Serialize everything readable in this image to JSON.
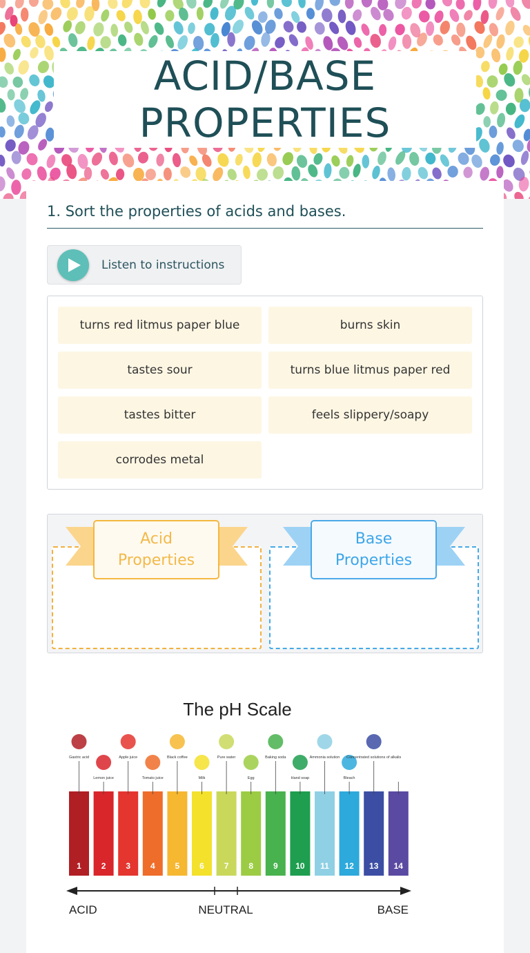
{
  "header": {
    "title_line1": "ACID/BASE",
    "title_line2": "PROPERTIES"
  },
  "question": {
    "text": "1. Sort the properties of acids and bases."
  },
  "listen": {
    "label": "Listen to instructions"
  },
  "bank": {
    "items": [
      "turns red litmus paper blue",
      "burns skin",
      "tastes sour",
      "turns blue litmus paper red",
      "tastes bitter",
      "feels slippery/soapy",
      "corrodes metal"
    ]
  },
  "categories": {
    "acid_line1": "Acid",
    "acid_line2": "Properties",
    "base_line1": "Base",
    "base_line2": "Properties"
  },
  "ph_scale": {
    "title": "The pH Scale",
    "numbers": [
      "1",
      "2",
      "3",
      "4",
      "5",
      "6",
      "7",
      "8",
      "9",
      "10",
      "11",
      "12",
      "13",
      "14"
    ],
    "examples": [
      "Gastric acid",
      "Lemon juice",
      "Apple juice",
      "Tomato juice",
      "Black coffee",
      "Milk",
      "Pure water",
      "Egg",
      "Baking soda",
      "Hand soap",
      "Ammonia solution",
      "Bleach",
      "Concentrated solutions of alkalis"
    ],
    "acid_label": "ACID",
    "neutral_label": "NEUTRAL",
    "base_label": "BASE",
    "colors": [
      "#b01f24",
      "#d9262b",
      "#e5352f",
      "#ee6d2a",
      "#f6b731",
      "#f4e12c",
      "#c9d85b",
      "#9ccc43",
      "#48b24e",
      "#1f9e4f",
      "#8fd0e4",
      "#2da9dc",
      "#3c4ea3",
      "#5b4aa2"
    ]
  },
  "colors": {
    "title": "#1f4f57",
    "chip_bg": "#fdf6e3",
    "acid_accent": "#f4b73f",
    "base_accent": "#4aa9e6",
    "play_button": "#5dbfb8"
  }
}
